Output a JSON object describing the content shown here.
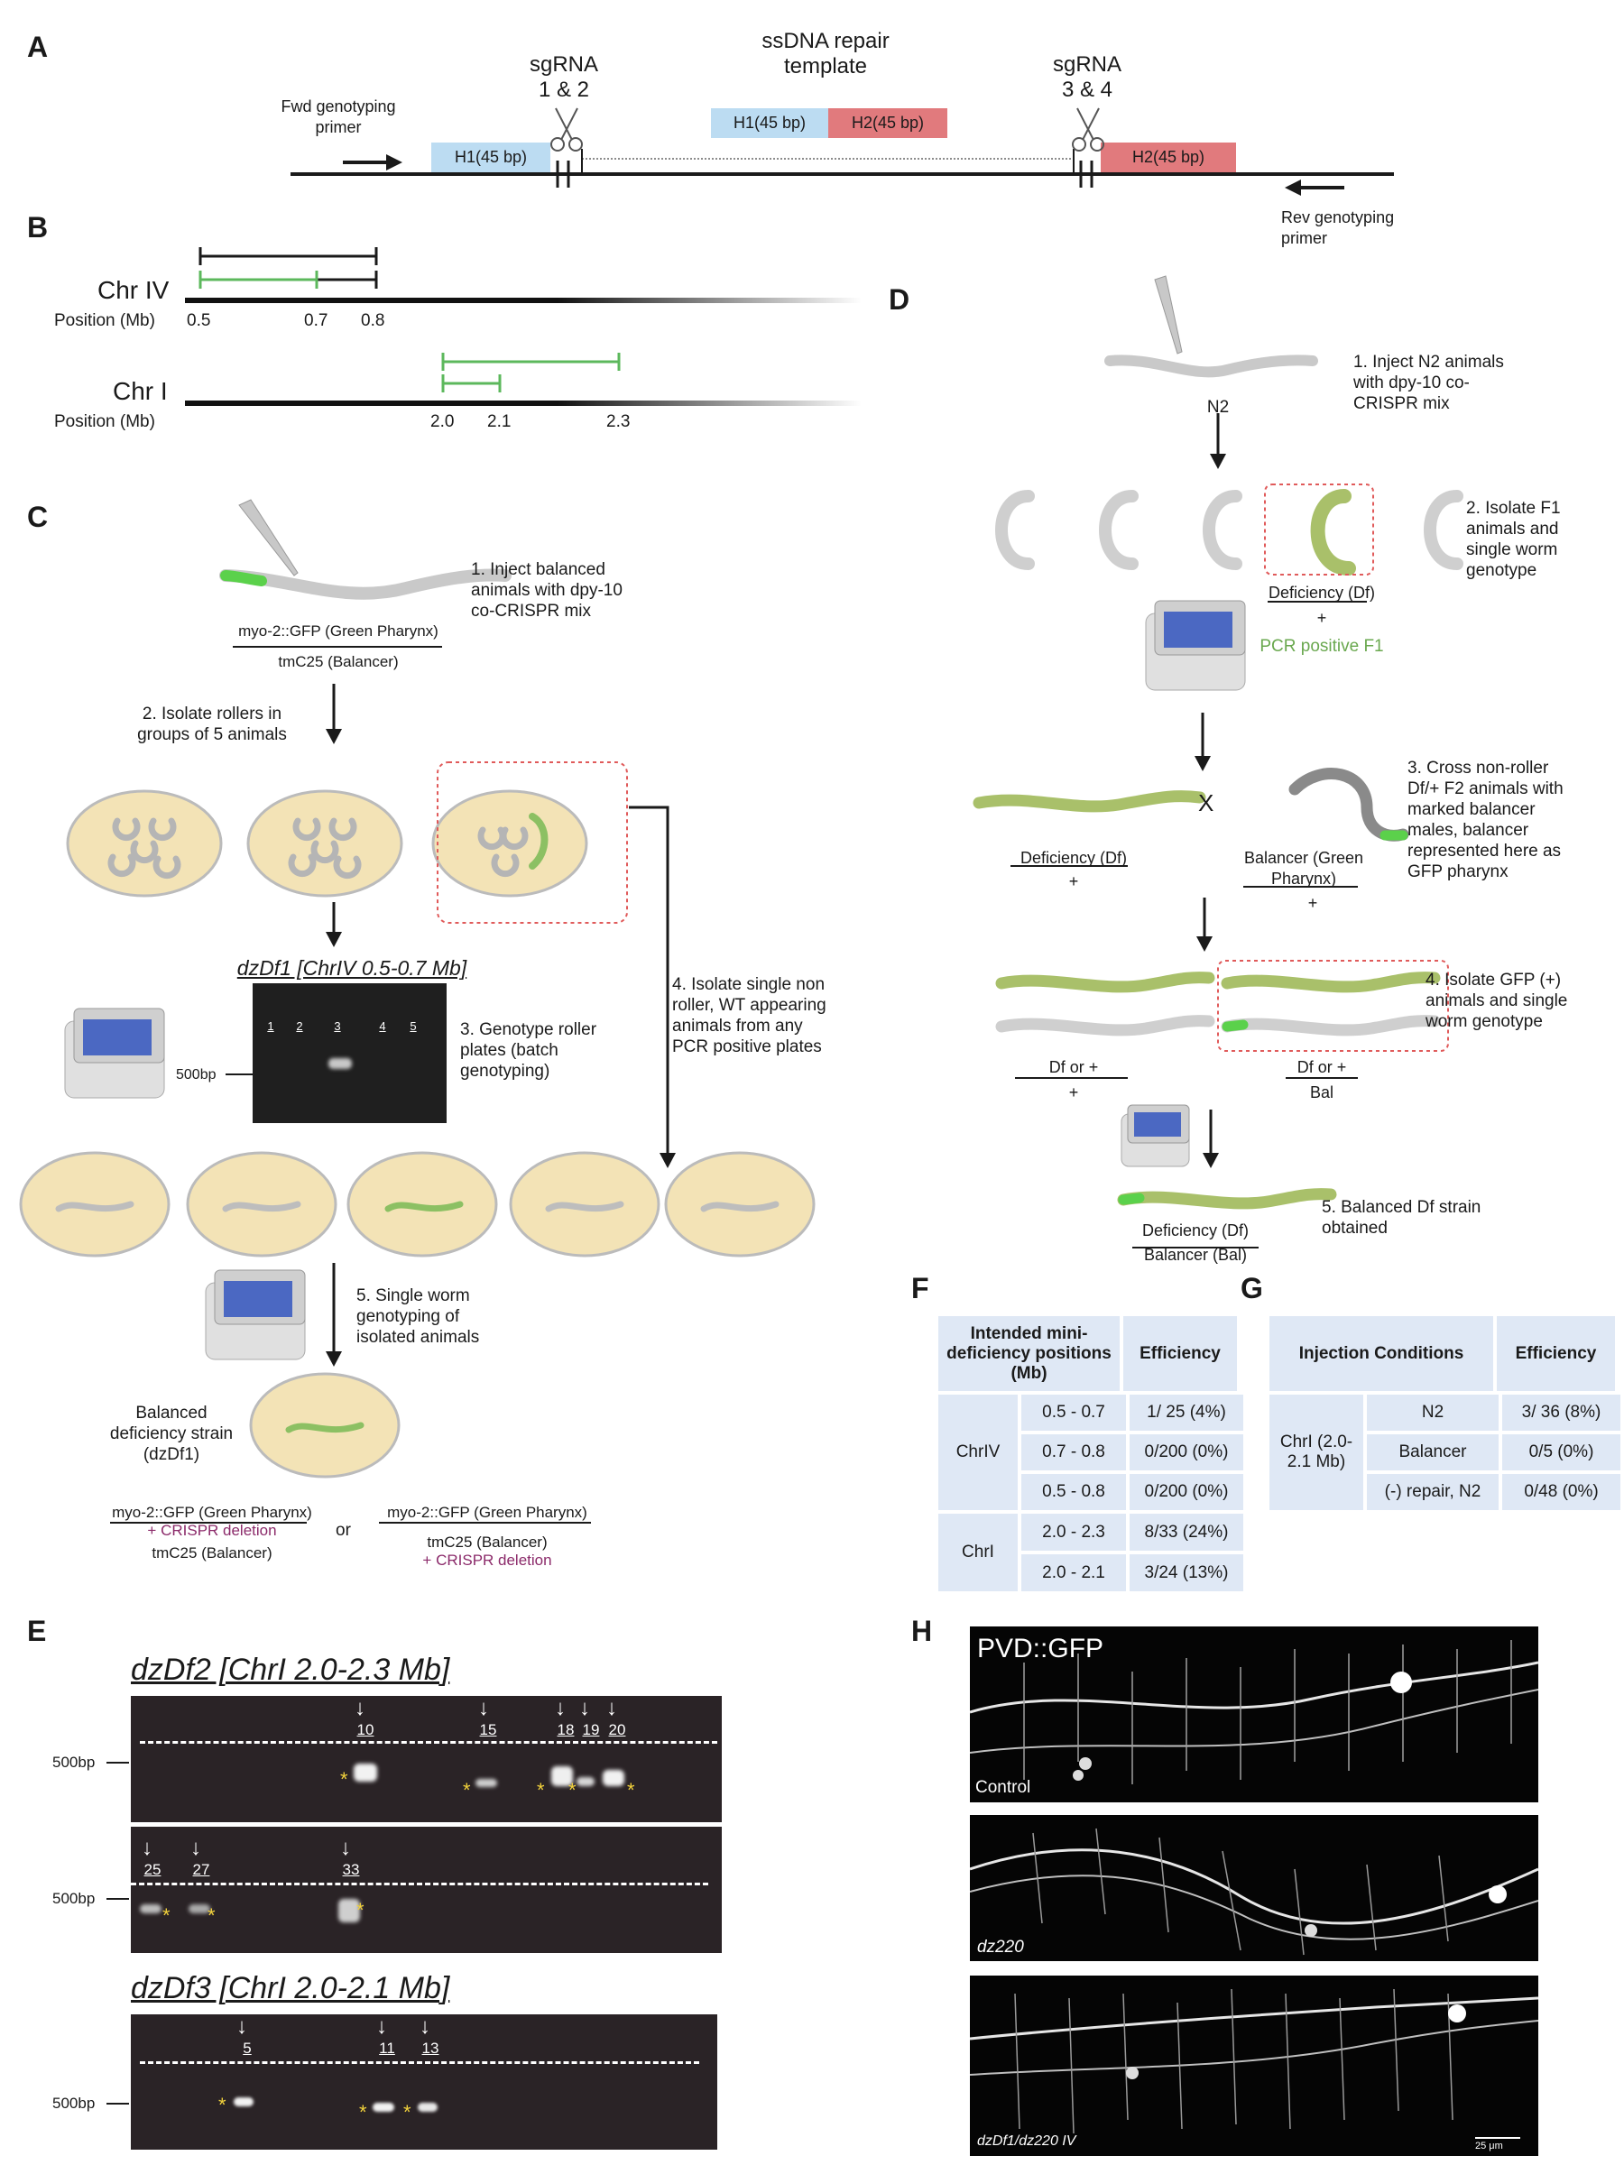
{
  "panels": {
    "A": "A",
    "B": "B",
    "C": "C",
    "D": "D",
    "E": "E",
    "F": "F",
    "G": "G",
    "H": "H"
  },
  "panelA": {
    "fwd_primer": "Fwd genotyping primer",
    "rev_primer": "Rev genotyping primer",
    "sgrna_left": "sgRNA 1 & 2",
    "sgrna_right": "sgRNA 3 & 4",
    "ssdna": "ssDNA repair template",
    "h1": "H1(45 bp)",
    "h2": "H2(45 bp)"
  },
  "panelB": {
    "chr4": "Chr IV",
    "chr1": "Chr I",
    "position_label": "Position (Mb)",
    "chr4_ticks": [
      "0.5",
      "0.7",
      "0.8"
    ],
    "chr1_ticks": [
      "2.0",
      "2.1",
      "2.3"
    ],
    "line_color_black": "#1a1a1a",
    "line_color_green": "#5cb85c"
  },
  "panelC": {
    "step1": "1. Inject balanced animals with dpy-10 co-CRISPR mix",
    "genotype_top": "myo-2::GFP (Green Pharynx)",
    "genotype_bottom": "tmC25 (Balancer)",
    "step2": "2. Isolate rollers in groups of 5 animals",
    "gel_title": "dzDf1 [ChrIV 0.5-0.7 Mb]",
    "gel_lanes": [
      "1",
      "2",
      "3",
      "4",
      "5"
    ],
    "marker": "500bp",
    "step3": "3. Genotype roller plates (batch genotyping)",
    "step4": "4. Isolate single non roller, WT appearing animals from any PCR positive plates",
    "step5": "5. Single worm genotyping of isolated animals",
    "strain": "Balanced deficiency strain (dzDf1)",
    "opt1_top": "myo-2::GFP (Green Pharynx)",
    "opt1_mid": "+ CRISPR deletion",
    "opt1_bottom": "tmC25 (Balancer)",
    "or": "or",
    "opt2_top": "myo-2::GFP (Green Pharynx)",
    "opt2_bottom": "tmC25 (Balancer)",
    "opt2_mid": "+ CRISPR deletion",
    "pcr": "PCR"
  },
  "panelD": {
    "n2": "N2",
    "step1": "1. Inject N2 animals with dpy-10 co-CRISPR mix",
    "step2": "2. Isolate F1 animals and single worm genotype",
    "df_label": "Deficiency (Df)",
    "plus": "+",
    "pcr_pos": "PCR positive F1",
    "x": "X",
    "bal_label": "Balancer (Green Pharynx)",
    "step3": "3. Cross non-roller Df/+ F2 animals with marked balancer males, balancer represented here as GFP pharynx",
    "dforplus": "Df or +",
    "bal": "Bal",
    "step4": "4. Isolate GFP (+) animals and single worm genotype",
    "step5": "5. Balanced Df strain obtained",
    "final_top": "Deficiency (Df)",
    "final_bottom": "Balancer (Bal)",
    "pcr": "PCR"
  },
  "panelE": {
    "gel1_title": "dzDf2 [ChrI 2.0-2.3 Mb]",
    "gel2_title": "dzDf3 [ChrI 2.0-2.1 Mb]",
    "marker": "500bp",
    "gel1a_lanes": [
      "10",
      "15",
      "18",
      "19",
      "20"
    ],
    "gel1b_lanes": [
      "25",
      "27",
      "33"
    ],
    "gel2_lanes": [
      "5",
      "11",
      "13"
    ],
    "star": "*"
  },
  "tableF": {
    "headers": [
      "Intended mini-deficiency positions (Mb)",
      "Efficiency"
    ],
    "groups": [
      {
        "chr": "ChrIV",
        "rows": [
          [
            "0.5 - 0.7",
            "1/ 25 (4%)"
          ],
          [
            "0.7 - 0.8",
            "0/200 (0%)"
          ],
          [
            "0.5  - 0.8",
            "0/200 (0%)"
          ]
        ]
      },
      {
        "chr": "ChrI",
        "rows": [
          [
            "2.0 - 2.3",
            "8/33 (24%)"
          ],
          [
            "2.0 - 2.1",
            "3/24 (13%)"
          ]
        ]
      }
    ]
  },
  "tableG": {
    "headers": [
      "Injection Conditions",
      "Efficiency"
    ],
    "chr": "ChrI (2.0-2.1 Mb)",
    "rows": [
      [
        "N2",
        "3/ 36 (8%)"
      ],
      [
        "Balancer",
        "0/5 (0%)"
      ],
      [
        "(-) repair, N2",
        "0/48 (0%)"
      ]
    ]
  },
  "panelH": {
    "title": "PVD::GFP",
    "img1": "Control",
    "img2": "dz220",
    "img3": "dzDf1/dz220 IV",
    "scale": "25 μm"
  }
}
